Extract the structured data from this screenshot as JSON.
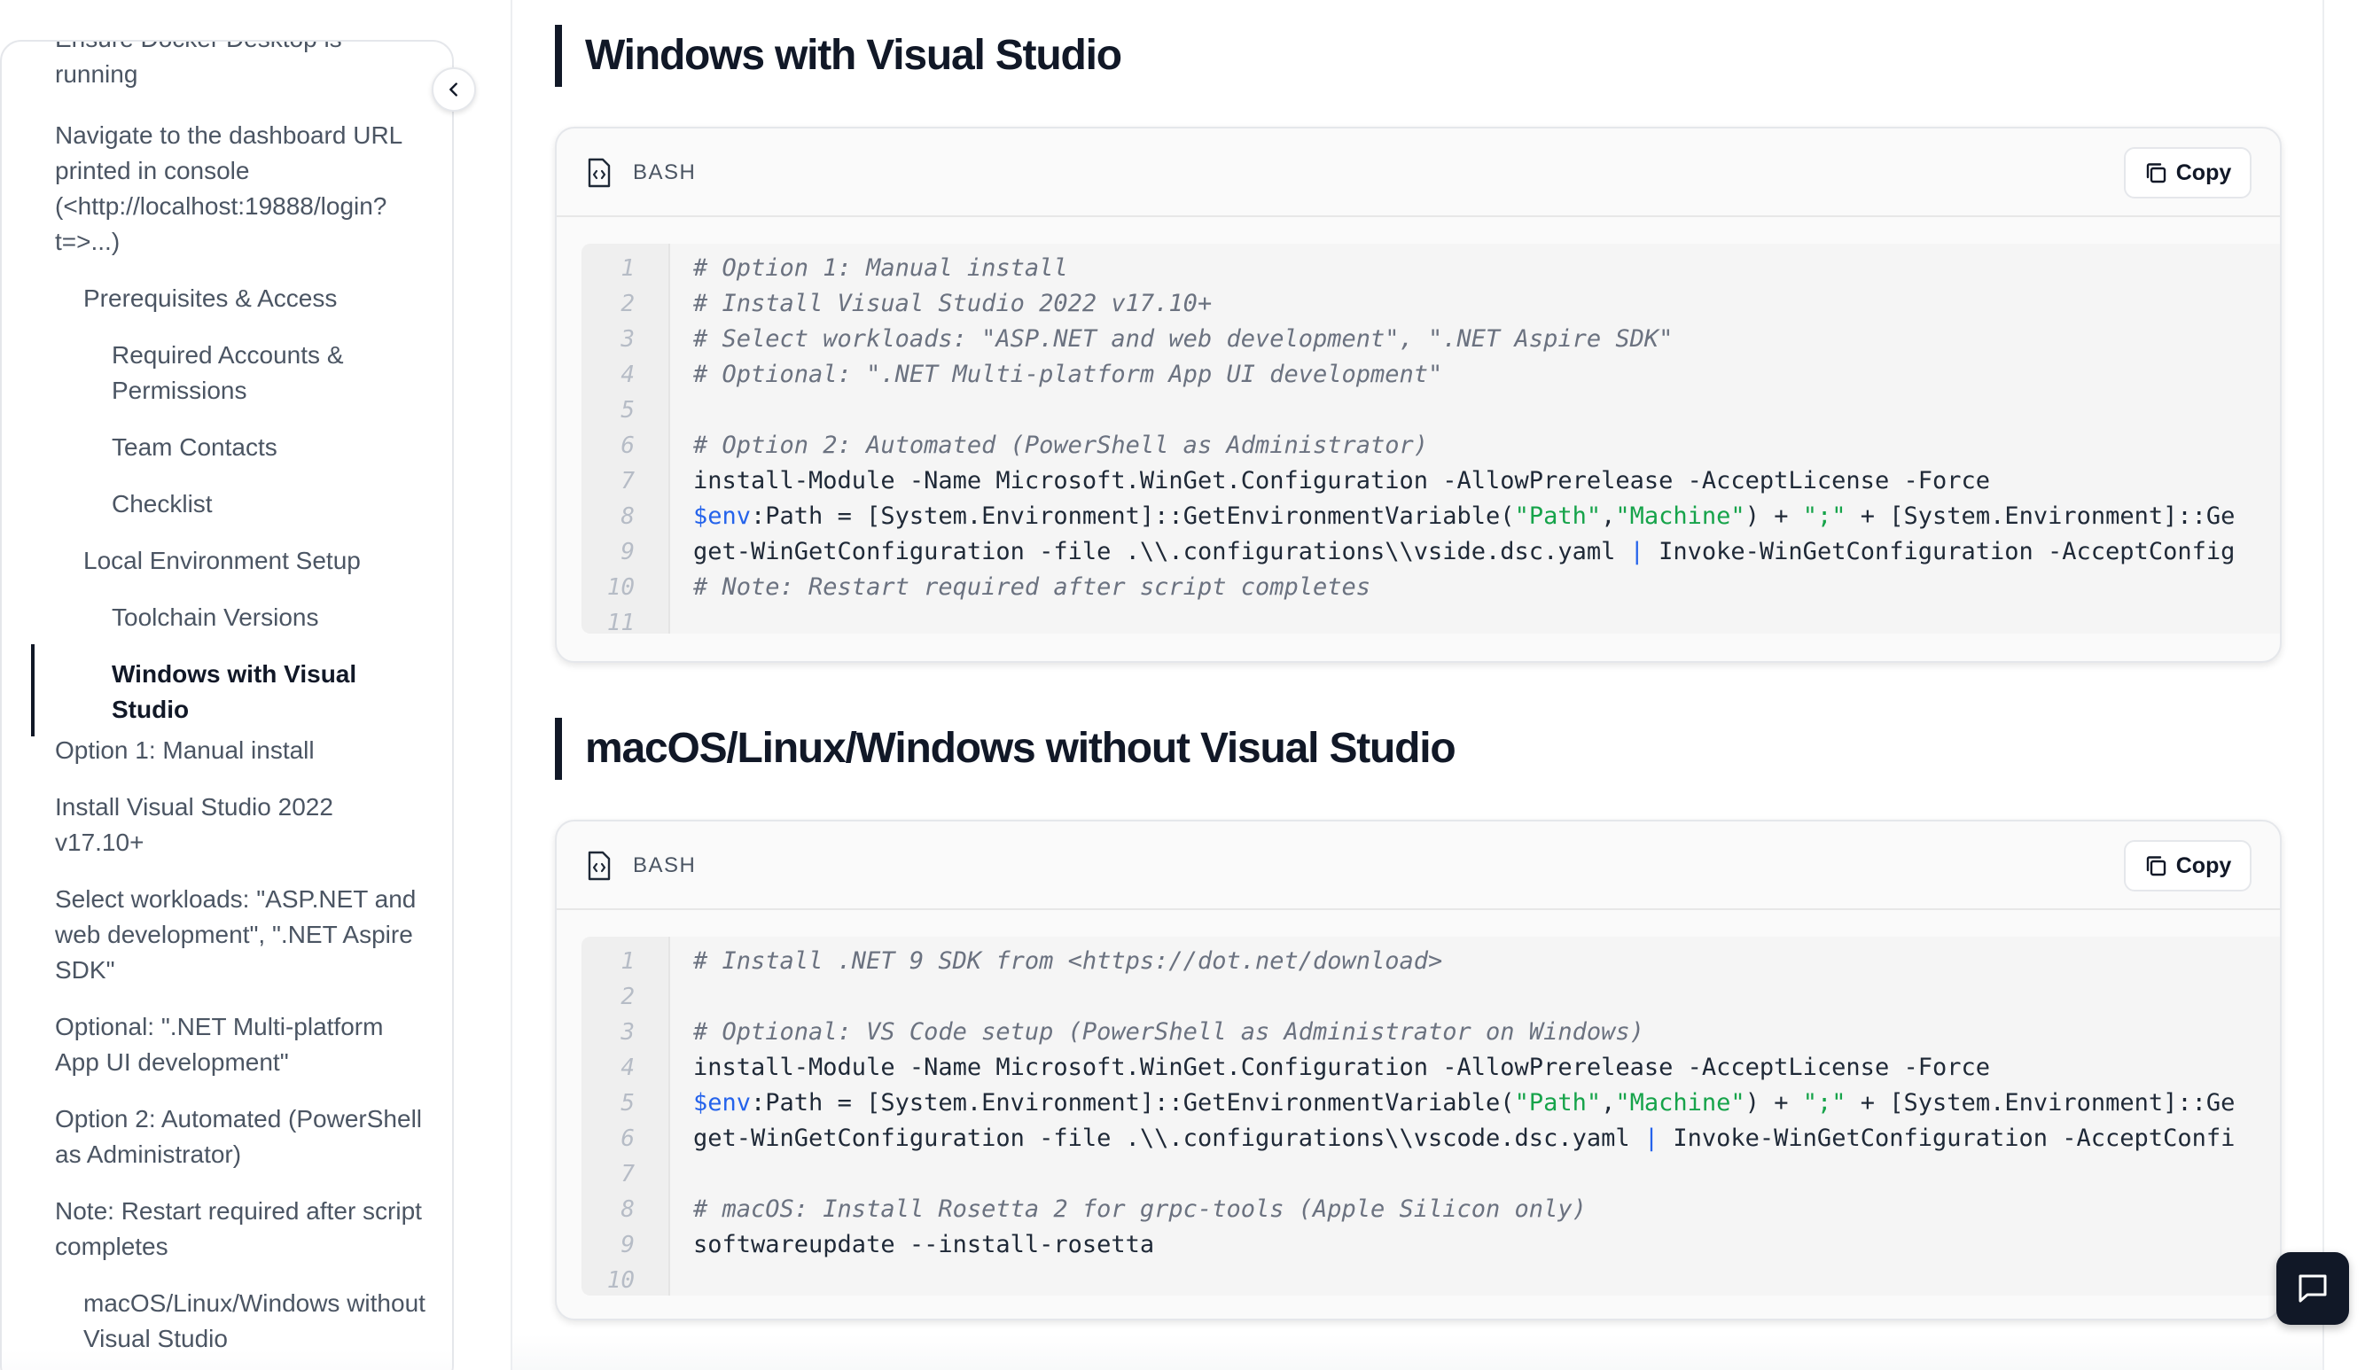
{
  "sidebar": {
    "items": [
      {
        "label": "Ensure Docker Desktop is running",
        "level": 0
      },
      {
        "label": "Navigate to the dashboard URL printed in console (<http://localhost:19888/login?t=>...)",
        "level": 0
      },
      {
        "label": "Prerequisites & Access",
        "level": 1
      },
      {
        "label": "Required Accounts & Permissions",
        "level": 2
      },
      {
        "label": "Team Contacts",
        "level": 2
      },
      {
        "label": "Checklist",
        "level": 2
      },
      {
        "label": "Local Environment Setup",
        "level": 1
      },
      {
        "label": "Toolchain Versions",
        "level": 2
      },
      {
        "label": "Windows with Visual Studio",
        "level": 2,
        "active": true
      },
      {
        "label": "Option 1: Manual install",
        "level": 0
      },
      {
        "label": "Install Visual Studio 2022 v17.10+",
        "level": 0
      },
      {
        "label": "Select workloads: \"ASP.NET and web development\", \".NET Aspire SDK\"",
        "level": 0
      },
      {
        "label": "Optional: \".NET Multi-platform App UI development\"",
        "level": 0
      },
      {
        "label": "Option 2: Automated (PowerShell as Administrator)",
        "level": 0
      },
      {
        "label": "Note: Restart required after script completes",
        "level": 0
      },
      {
        "label": "macOS/Linux/Windows without Visual Studio",
        "level": 1
      }
    ]
  },
  "sections": [
    {
      "title": "Windows with Visual Studio",
      "language": "BASH",
      "copy_label": "Copy",
      "lines": [
        "# Option 1: Manual install",
        "# Install Visual Studio 2022 v17.10+",
        "# Select workloads: \"ASP.NET and web development\", \".NET Aspire SDK\"",
        "# Optional: \".NET Multi-platform App UI development\"",
        "",
        "# Option 2: Automated (PowerShell as Administrator)",
        "install-Module -Name Microsoft.WinGet.Configuration -AllowPrerelease -AcceptLicense -Force",
        "$env:Path = [System.Environment]::GetEnvironmentVariable(\"Path\",\"Machine\") + \";\" + [System.Environment]::Ge",
        "get-WinGetConfiguration -file .\\\\.configurations\\\\vside.dsc.yaml | Invoke-WinGetConfiguration -AcceptConfig",
        "# Note: Restart required after script completes",
        ""
      ]
    },
    {
      "title": "macOS/Linux/Windows without Visual Studio",
      "language": "BASH",
      "copy_label": "Copy",
      "lines": [
        "# Install .NET 9 SDK from <https://dot.net/download>",
        "",
        "# Optional: VS Code setup (PowerShell as Administrator on Windows)",
        "install-Module -Name Microsoft.WinGet.Configuration -AllowPrerelease -AcceptLicense -Force",
        "$env:Path = [System.Environment]::GetEnvironmentVariable(\"Path\",\"Machine\") + \";\" + [System.Environment]::Ge",
        "get-WinGetConfiguration -file .\\\\.configurations\\\\vscode.dsc.yaml | Invoke-WinGetConfiguration -AcceptConfi",
        "",
        "# macOS: Install Rosetta 2 for grpc-tools (Apple Silicon only)",
        "softwareupdate --install-rosetta",
        ""
      ]
    }
  ],
  "colors": {
    "comment": "#6b7280",
    "string": "#16a34a",
    "variable": "#2563eb",
    "accent": "#111827"
  },
  "icons": {
    "collapse": "chevron-left-icon",
    "file": "file-code-icon",
    "copy": "copy-icon",
    "chat": "chat-icon"
  }
}
